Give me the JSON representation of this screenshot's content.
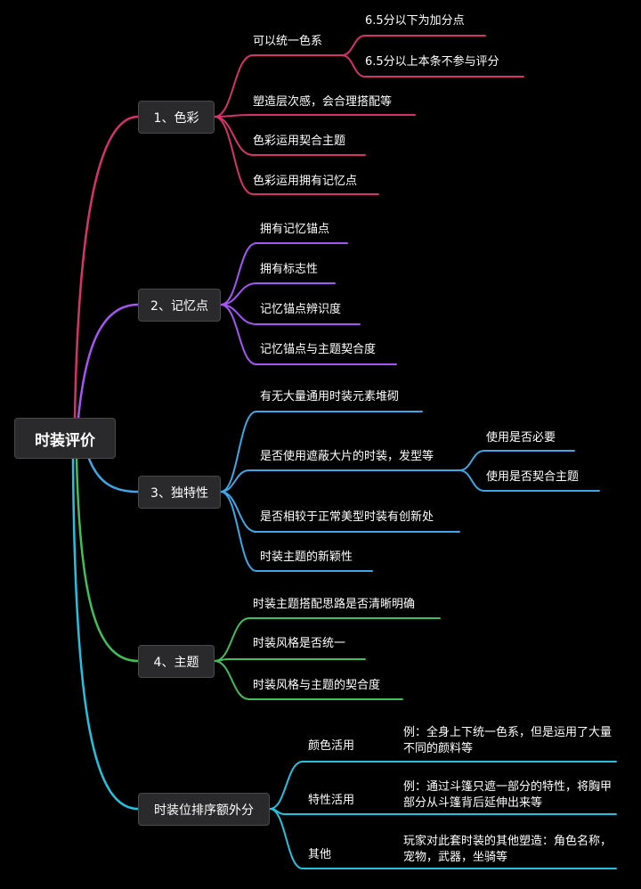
{
  "colors": {
    "color": "#d6336c",
    "memory": "#a855f7",
    "unique": "#3ea7e8",
    "theme": "#40c057",
    "extra": "#22c3e0"
  },
  "root": "时装评价",
  "branches": {
    "color": {
      "label": "1、色彩",
      "items": [
        "可以统一色系",
        "塑造层次感，会合理搭配等",
        "色彩运用契合主题",
        "色彩运用拥有记忆点"
      ],
      "sub": [
        "6.5分以下为加分点",
        "6.5分以上本条不参与评分"
      ]
    },
    "memory": {
      "label": "2、记忆点",
      "items": [
        "拥有记忆锚点",
        "拥有标志性",
        "记忆锚点辨识度",
        "记忆锚点与主题契合度"
      ]
    },
    "unique": {
      "label": "3、独特性",
      "items": [
        "有无大量通用时装元素堆砌",
        "是否使用遮蔽大片的时装，发型等",
        "是否相较于正常美型时装有创新处",
        "时装主题的新颖性"
      ],
      "sub": [
        "使用是否必要",
        "使用是否契合主题"
      ]
    },
    "theme": {
      "label": "4、主题",
      "items": [
        "时装主题搭配思路是否清晰明确",
        "时装风格是否统一",
        "时装风格与主题的契合度"
      ]
    },
    "extra": {
      "label": "时装位排序额外分",
      "items": [
        "颜色活用",
        "特性活用",
        "其他"
      ],
      "notes": [
        "例：全身上下统一色系，但是运用了大量不同的颜料等",
        "例：通过斗篷只遮一部分的特性，将胸甲部分从斗篷背后延伸出来等",
        "玩家对此套时装的其他塑造：角色名称，宠物，武器，坐骑等"
      ]
    }
  }
}
